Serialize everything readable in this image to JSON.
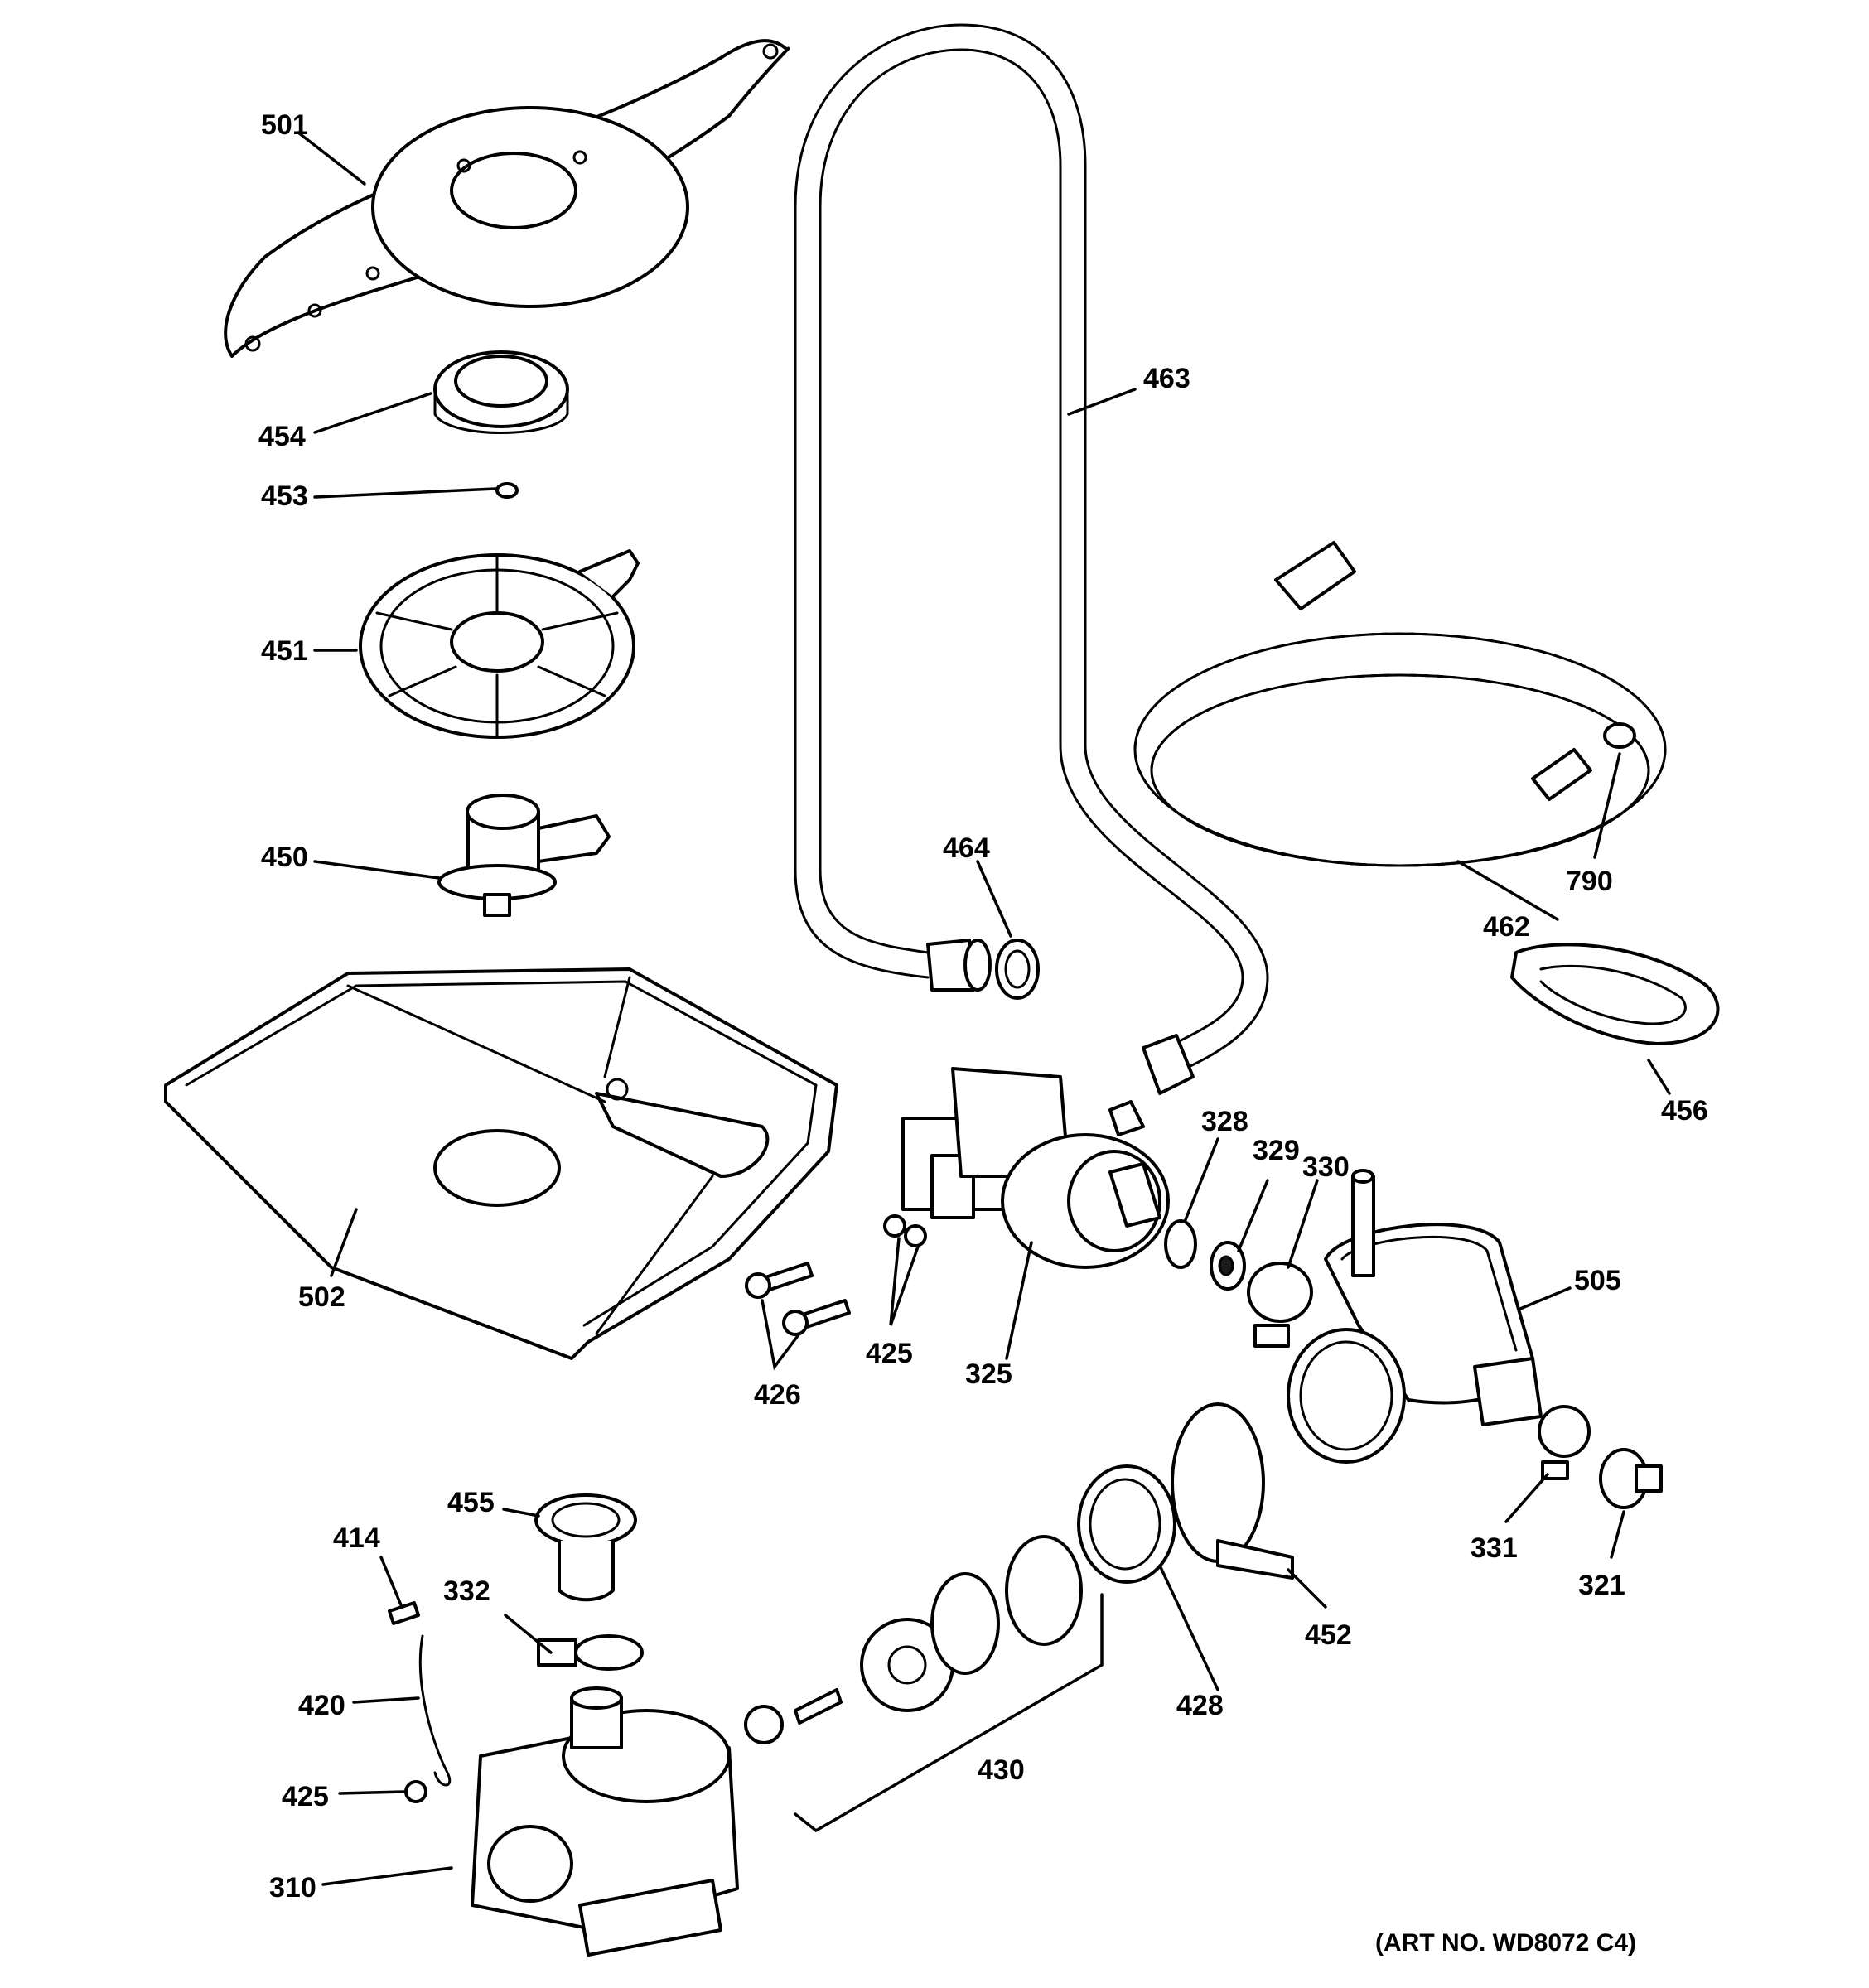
{
  "diagram": {
    "art_number": "(ART NO. WD8072 C4)",
    "callouts": {
      "c501": "501",
      "c454": "454",
      "c453": "453",
      "c451": "451",
      "c450": "450",
      "c502": "502",
      "c463": "463",
      "c464": "464",
      "c462": "462",
      "c790": "790",
      "c456": "456",
      "c328": "328",
      "c329": "329",
      "c330": "330",
      "c505": "505",
      "c325": "325",
      "c425a": "425",
      "c426": "426",
      "c455": "455",
      "c414": "414",
      "c332": "332",
      "c420": "420",
      "c425b": "425",
      "c310": "310",
      "c430": "430",
      "c428": "428",
      "c452": "452",
      "c331": "331",
      "c321": "321"
    }
  }
}
